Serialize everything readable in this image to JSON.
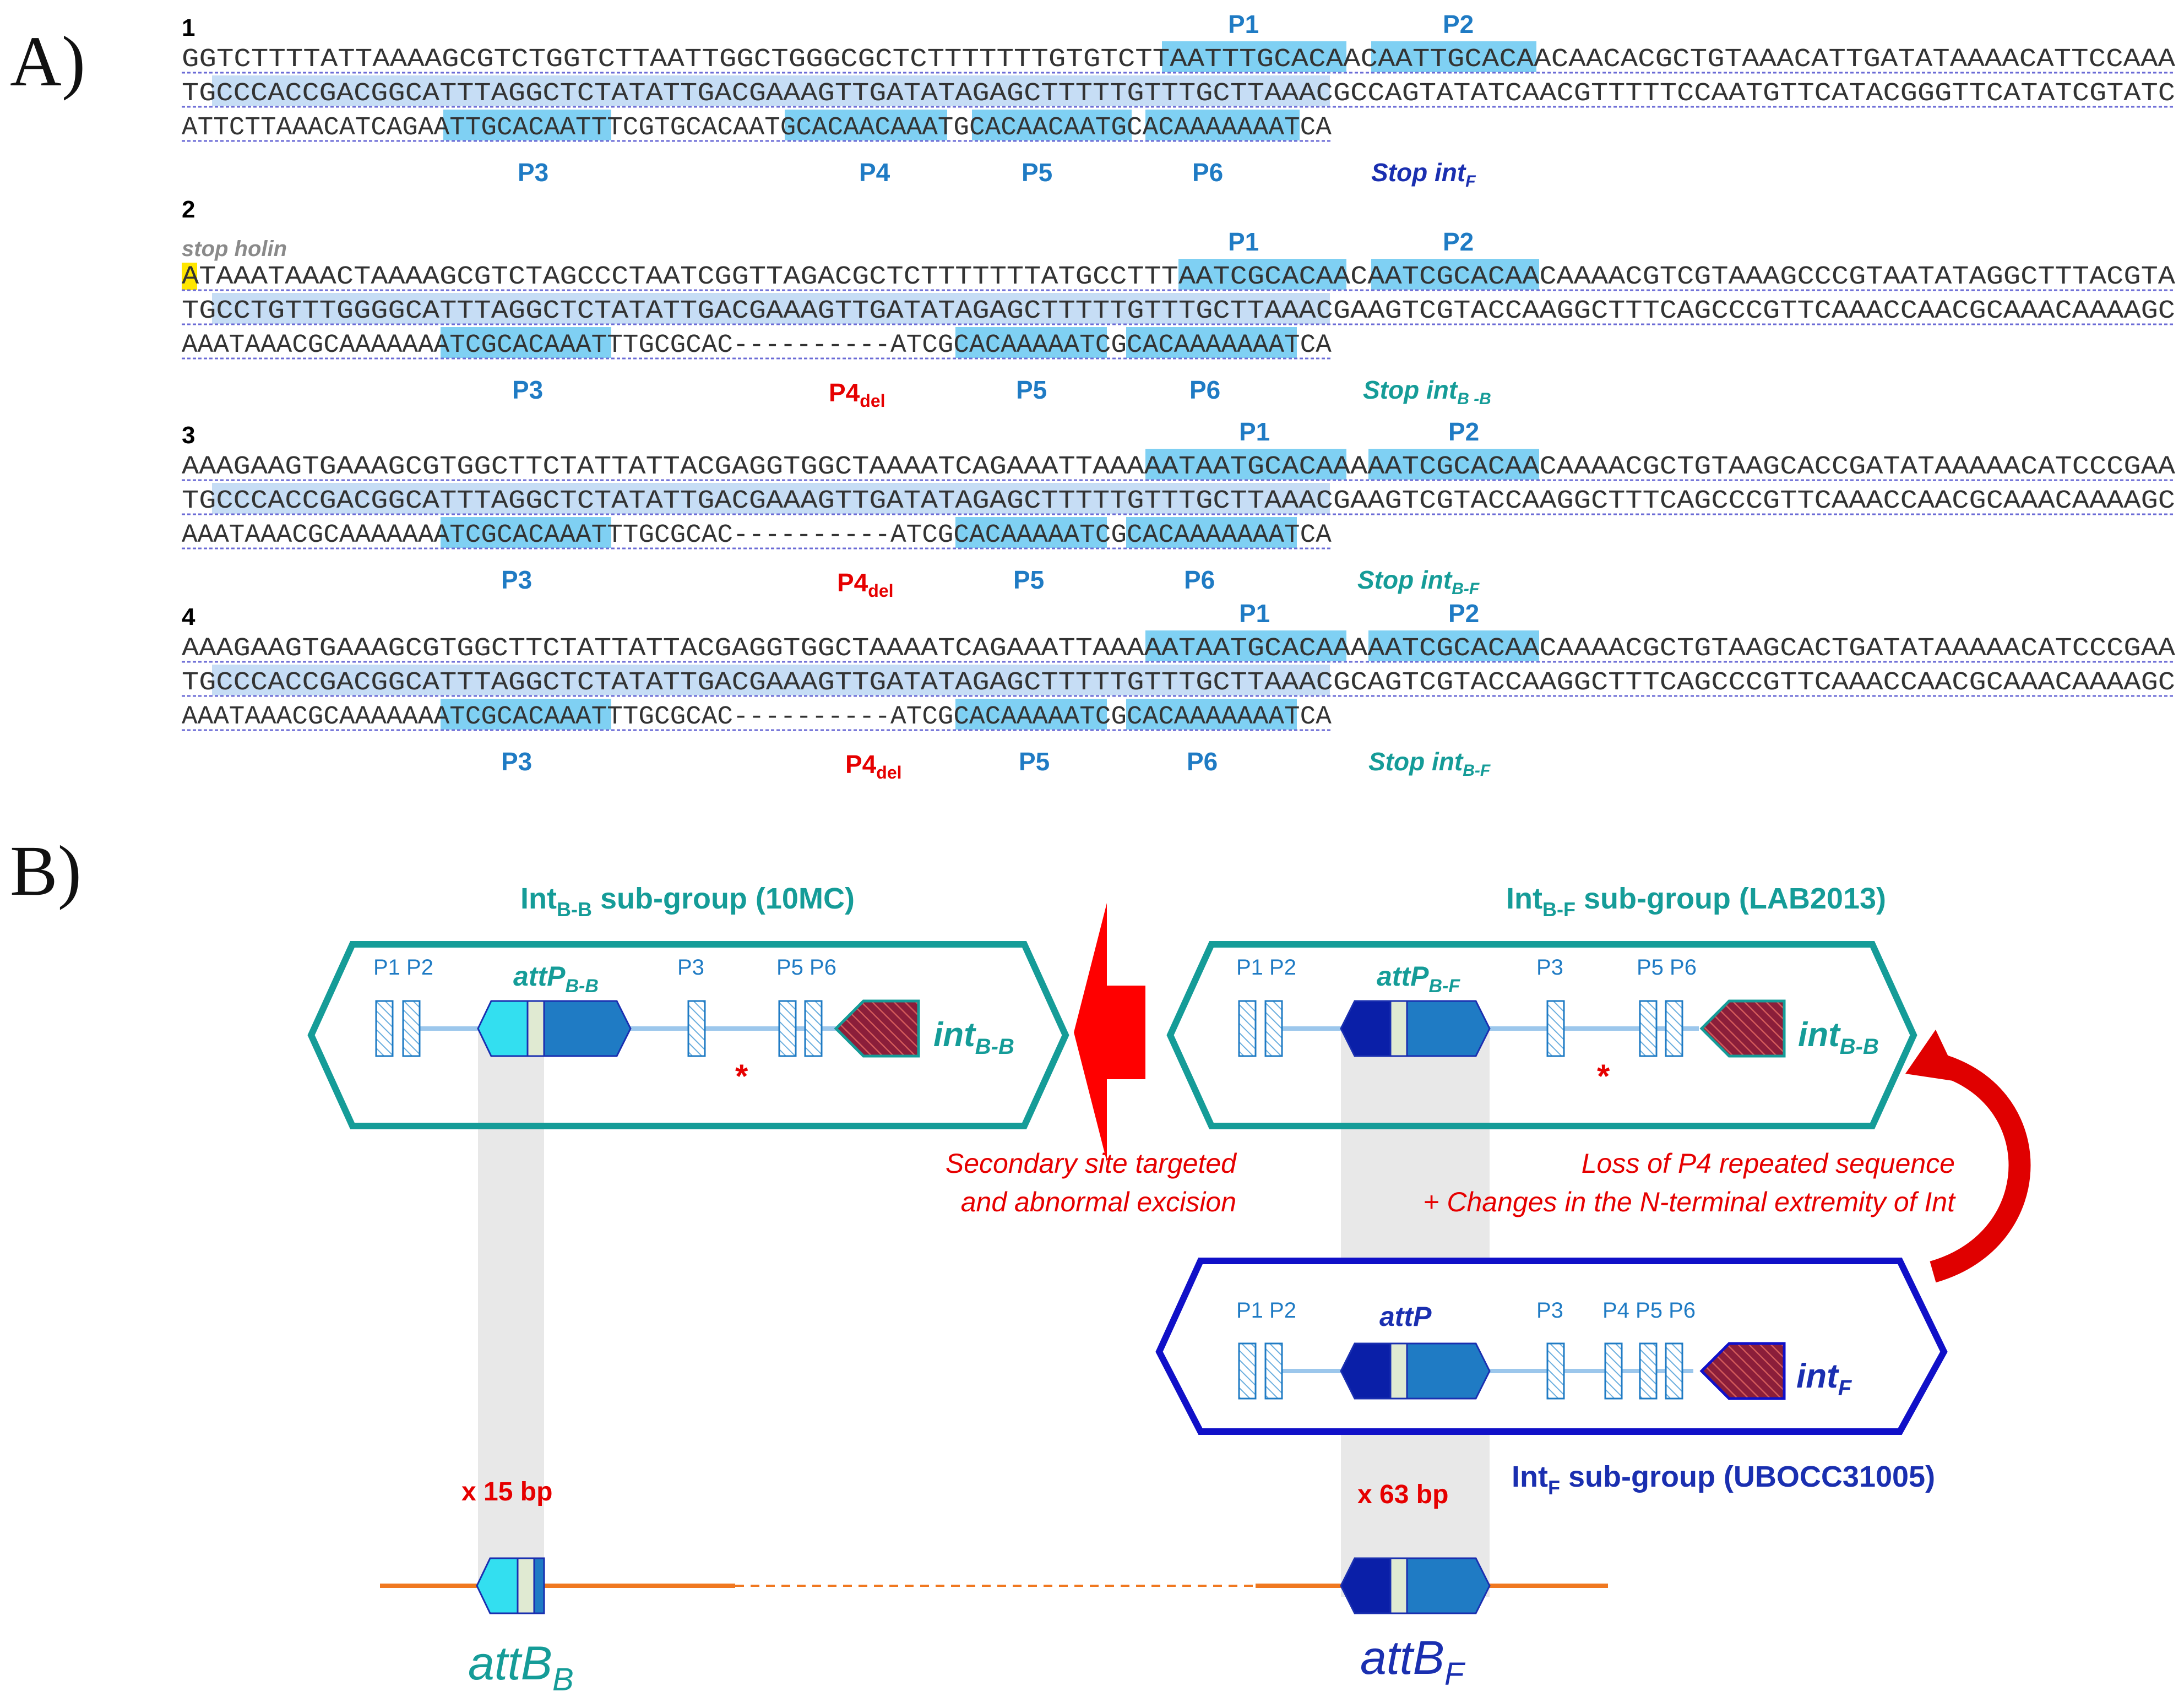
{
  "panel_a": {
    "letter": "A)",
    "blocks": [
      {
        "number": "1",
        "lines": [
          "GGTCTTTTATTAAAAGCGTCTGGTCTTAATTGGCTGGGCGCTCTTTTTTTGTGTCTTAATTTGCACAACAATTGCACAACAACACGCTGTAAACATTGATATAAAACATTCCAAA",
          "TGCCCACCGACGGCATTTAGGCTCTATATTGACGAAAGTTGATATAGAGCTTTTTGTTTGCTTAAACGCCAGTATATCAACGTTTTTCCAATGTTCATACGGGTTCATATCGTATC",
          "ATTCTTAAACATCAGAATTGCACAATTTCGTGCACAATGCACAACAAATGCACAACAATGCACAAAAAAATCA"
        ],
        "top_labels": [
          "P1",
          "P2"
        ],
        "bottom_labels": [
          "P3",
          "P4",
          "P5",
          "P6"
        ],
        "stop_prefix": "Stop int",
        "stop_sub": "F"
      },
      {
        "number": "2",
        "holin": "stop holin",
        "lines": [
          "ATAAATAAACTAAAAGCGTCTAGCCCTAATCGGTTAGACGCTCTTTTTTTATGCCTTTAATCGCACAACAATCGCACAACAAAACGTCGTAAAGCCCGTAATATAGGCTTTACGTA",
          "TGCCTGTTTGGGGCATTTAGGCTCTATATTGACGAAAGTTGATATAGAGCTTTTTGTTTGCTTAAACGAAGTCGTACCAAGGCTTTCAGCCCGTTCAAACCAACGCAAACAAAAGC",
          "AAATAAACGCAAAAAAATCGCACAAATTTGCGCAC----------ATCGCACAAAAATCGCACAAAAAAATCA"
        ],
        "top_labels": [
          "P1",
          "P2"
        ],
        "bottom_labels": [
          "P3",
          "P5",
          "P6"
        ],
        "del_label": "P4",
        "del_sub": "del",
        "stop_prefix": "Stop int",
        "stop_sub": "B -B"
      },
      {
        "number": "3",
        "lines": [
          "AAAGAAGTGAAAGCGTGGCTTCTATTATTACGAGGTGGCTAAAATCAGAAATTAAAAATAATGCACAAAAATCGCACAACAAAACGCTGTAAGCACCGATATAAAAACATCCCGAA",
          "TGCCCACCGACGGCATTTAGGCTCTATATTGACGAAAGTTGATATAGAGCTTTTTGTTTGCTTAAACGAAGTCGTACCAAGGCTTTCAGCCCGTTCAAACCAACGCAAACAAAAGC",
          "AAATAAACGCAAAAAAATCGCACAAATTTGCGCAC----------ATCGCACAAAAATCGCACAAAAAAATCA"
        ],
        "top_labels": [
          "P1",
          "P2"
        ],
        "bottom_labels": [
          "P3",
          "P5",
          "P6"
        ],
        "del_label": "P4",
        "del_sub": "del",
        "stop_prefix": "Stop int",
        "stop_sub": "B-F"
      },
      {
        "number": "4",
        "lines": [
          "AAAGAAGTGAAAGCGTGGCTTCTATTATTACGAGGTGGCTAAAATCAGAAATTAAAAATAATGCACAAAAATCGCACAACAAAACGCTGTAAGCACTGATATAAAAACATCCCGAA",
          "TGCCCACCGACGGCATTTAGGCTCTATATTGACGAAAGTTGATATAGAGCTTTTTGTTTGCTTAAACGCAGTCGTACCAAGGCTTTCAGCCCGTTCAAACCAACGCAAACAAAAGC",
          "AAATAAACGCAAAAAAATCGCACAAATTTGCGCAC----------ATCGCACAAAAATCGCACAAAAAAATCA"
        ],
        "top_labels": [
          "P1",
          "P2"
        ],
        "bottom_labels": [
          "P3",
          "P5",
          "P6"
        ],
        "del_label": "P4",
        "del_sub": "del",
        "stop_prefix": "Stop int",
        "stop_sub": "B-F"
      }
    ]
  },
  "panel_b": {
    "letter": "B)",
    "group_bb": {
      "title_pre": "Int",
      "title_sub": "B-B",
      "title_post": " sub-group (10MC)"
    },
    "group_bf": {
      "title_pre": "Int",
      "title_sub": "B-F",
      "title_post": " sub-group (LAB2013)"
    },
    "group_f": {
      "title_pre": "Int",
      "title_sub": "F",
      "title_post": " sub-group (UBOCC31005)"
    },
    "site_labels": {
      "p1p2": "P1 P2",
      "p3": "P3",
      "p4p5p6": "P4 P5 P6",
      "p5p6": "P5 P6"
    },
    "attp_bb": {
      "pre": "attP",
      "sub": "B-B"
    },
    "attp_bf": {
      "pre": "attP",
      "sub": "B-F"
    },
    "attp_f": {
      "pre": "attP"
    },
    "int_bb": {
      "pre": "int",
      "sub": "B-B"
    },
    "int_bf": {
      "pre": "int",
      "sub": "B-B"
    },
    "int_f": {
      "pre": "int",
      "sub": "F"
    },
    "star": "*",
    "note_left": [
      "Secondary site targeted",
      "and abnormal excision"
    ],
    "note_right": [
      "Loss of P4 repeated sequence",
      "+ Changes in the N-terminal extremity of Int"
    ],
    "bp_left": "x 15 bp",
    "bp_right": "x   63 bp",
    "attb_b": {
      "pre": "attB",
      "sub": "B"
    },
    "attb_f": {
      "pre": "attB",
      "sub": "F"
    }
  }
}
